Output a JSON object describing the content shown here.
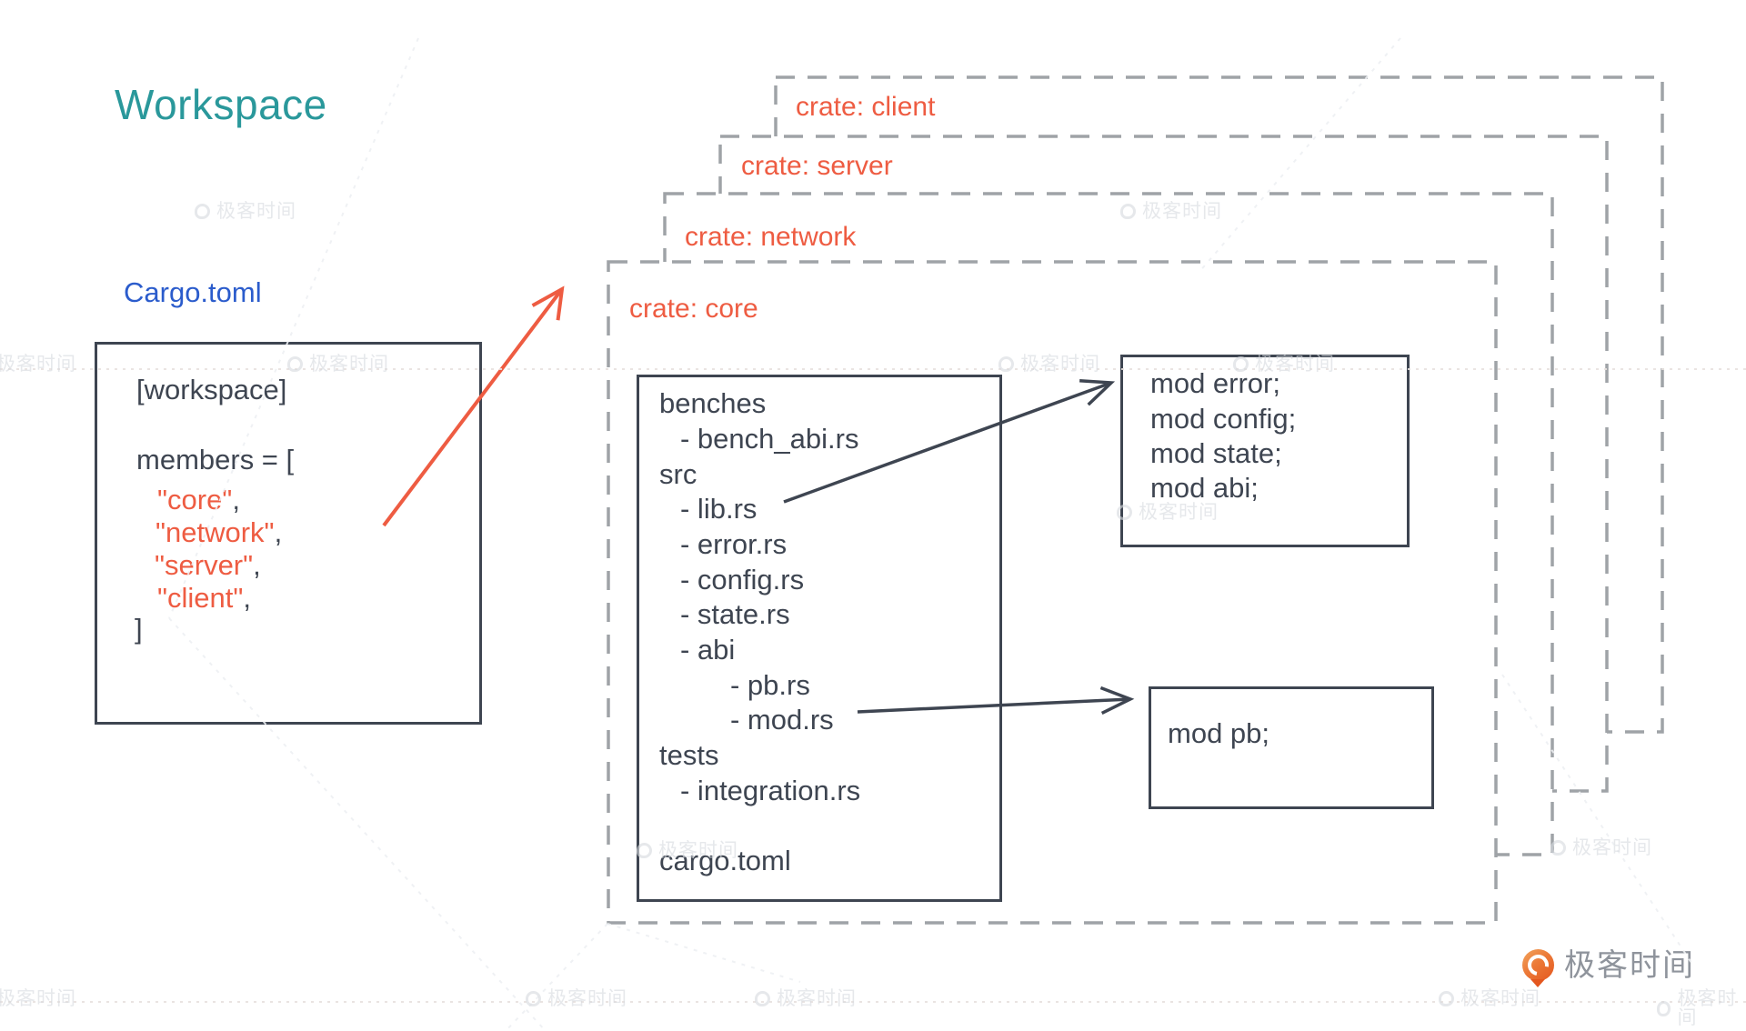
{
  "title": "Workspace",
  "colors": {
    "teal_title": "#2A989B",
    "blue_label": "#2B5CCC",
    "orange": "#EE5C42",
    "dark": "#3E4551",
    "dash_gray": "#9FA3A7"
  },
  "cargo_file": {
    "label": "Cargo.toml",
    "lines": [
      {
        "text": "[workspace]"
      },
      {
        "text": "members = ["
      },
      {
        "value": "\"core\"",
        "suffix": ","
      },
      {
        "value": "\"network\"",
        "suffix": ","
      },
      {
        "value": "\"server\"",
        "suffix": ","
      },
      {
        "value": "\"client\"",
        "suffix": ","
      },
      {
        "text": "]"
      }
    ]
  },
  "crates": [
    {
      "label": "crate: client"
    },
    {
      "label": "crate: server"
    },
    {
      "label": "crate: network"
    },
    {
      "label": "crate: core"
    }
  ],
  "file_tree": {
    "lines": [
      {
        "text": "benches"
      },
      {
        "text": "- bench_abi.rs"
      },
      {
        "text": "src"
      },
      {
        "text": "- lib.rs"
      },
      {
        "text": "- error.rs"
      },
      {
        "text": "- config.rs"
      },
      {
        "text": "- state.rs"
      },
      {
        "text": "- abi"
      },
      {
        "text": "- pb.rs"
      },
      {
        "text": "- mod.rs"
      },
      {
        "text": "tests"
      },
      {
        "text": "- integration.rs"
      },
      {
        "text": "cargo.toml"
      }
    ]
  },
  "mod_box_main": {
    "lines": [
      {
        "text": "mod error;"
      },
      {
        "text": "mod config;"
      },
      {
        "text": "mod state;"
      },
      {
        "text": "mod abi;"
      }
    ]
  },
  "mod_box_pb": {
    "lines": [
      {
        "text": "mod pb;"
      }
    ]
  },
  "watermark": {
    "text": "极客时间"
  },
  "logo": {
    "text": "极客时间"
  }
}
